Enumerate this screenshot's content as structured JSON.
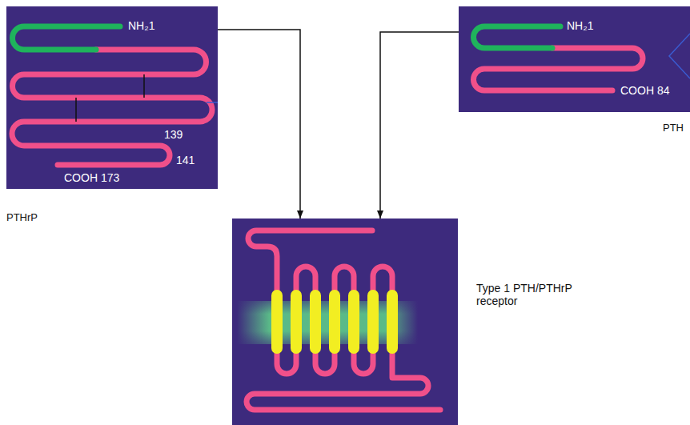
{
  "diagram": {
    "nodes": [
      {
        "text": [
          "NH₂1",
          "139",
          "141",
          "COOH 173",
          "PTHrP"
        ]
      },
      {
        "text": [
          "NH₂1",
          "COOH 84",
          "PTH"
        ]
      },
      {
        "text": [
          "Type 1 PTH/PTHrP receptor"
        ]
      }
    ],
    "edges": [
      {
        "from": 0,
        "to": 2,
        "arrow": "to"
      },
      {
        "from": 1,
        "to": 2,
        "arrow": "to"
      }
    ]
  }
}
